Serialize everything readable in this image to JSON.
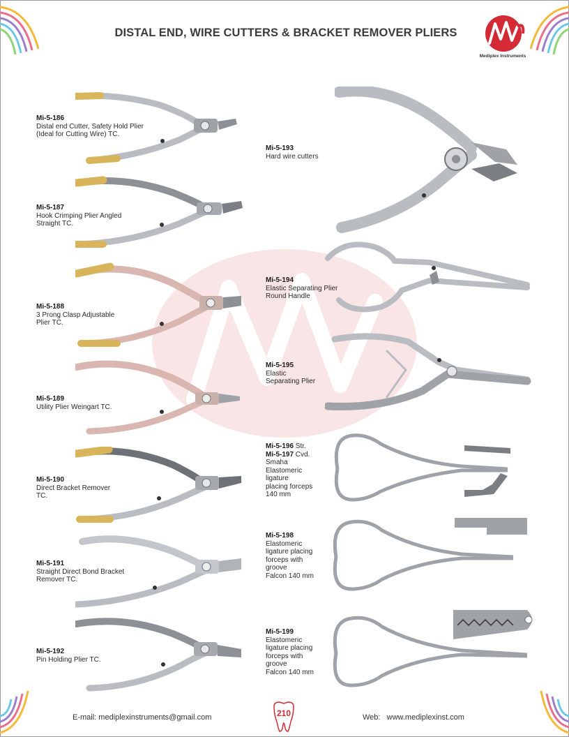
{
  "header": {
    "title": "DISTAL END, WIRE CUTTERS & BRACKET REMOVER PLIERS",
    "logo_text": "Mediplex Instruments",
    "brand_color": "#d42a35"
  },
  "items_left": [
    {
      "code": "Mi-5-186",
      "description": "Distal end Cutter, Safety Hold Plier\n(Ideal for Cutting Wire) TC."
    },
    {
      "code": "Mi-5-187",
      "description": "Hook Crimping Plier Angled\nStraight TC."
    },
    {
      "code": "Mi-5-188",
      "description": "3 Prong Clasp Adjustable\nPlier TC."
    },
    {
      "code": "Mi-5-189",
      "description": "Utility Plier Weingart TC."
    },
    {
      "code": "Mi-5-190",
      "description": "Direct Bracket Remover\nTC."
    },
    {
      "code": "Mi-5-191",
      "description": "Straight Direct Bond Bracket\nRemover TC."
    },
    {
      "code": "Mi-5-192",
      "description": "Pin Holding Plier TC."
    }
  ],
  "items_right": [
    {
      "code": "Mi-5-193",
      "description": "Hard wire cutters"
    },
    {
      "code": "Mi-5-194",
      "description": "Elastic Separating Plier\nRound Handle"
    },
    {
      "code": "Mi-5-195",
      "description": "Elastic\nSeparating Plier"
    },
    {
      "code": "Mi-5-196",
      "suffix": " Str.",
      "code2": "Mi-5-197",
      "suffix2": " Cvd.",
      "description": "Smaha\nElastomeric\nligature\nplacing forceps\n140 mm"
    },
    {
      "code": "Mi-5-198",
      "description": "Elastomeric\nligature placing\nforceps with\ngroove\nFalcon 140 mm"
    },
    {
      "code": "Mi-5-199",
      "description": "Elastomeric\nligature placing\nforceps with\ngroove\nFalcon 140 mm"
    }
  ],
  "footer": {
    "email_label": "E-mail:",
    "email": "mediplexinstruments@gmail.com",
    "web_label": "Web:",
    "web": "www.mediplexinst.com",
    "page_number": "210"
  },
  "colors": {
    "gold": "#d8b45a",
    "steel": "#b9bcc0",
    "steel_dark": "#6e7277",
    "rose": "#d9b7b0"
  }
}
